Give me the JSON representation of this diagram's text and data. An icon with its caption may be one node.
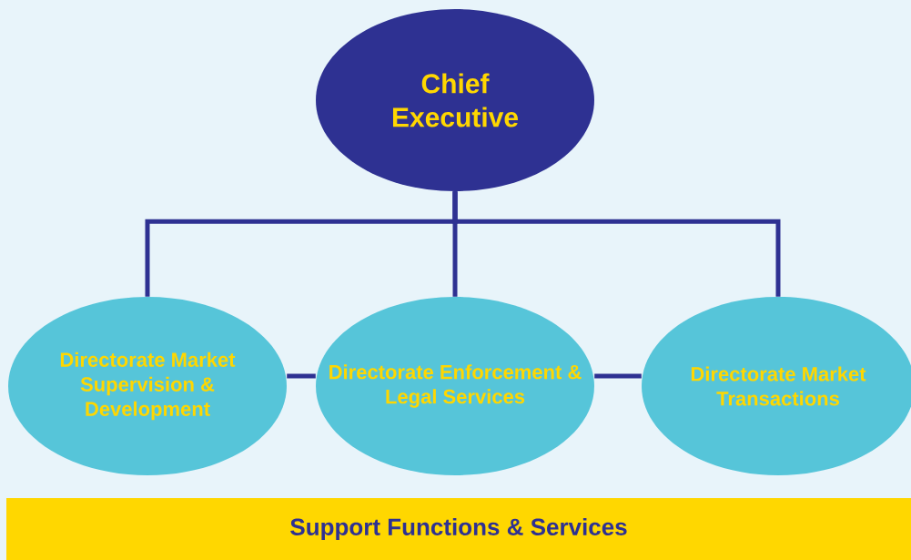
{
  "diagram": {
    "nodes": [
      {
        "text": [
          "Chief Executive"
        ]
      },
      {
        "text": [
          "Directorate Market Supervision & Development"
        ]
      },
      {
        "text": [
          "Directorate Enforcement & Legal Services"
        ]
      },
      {
        "text": [
          "Directorate Market Transactions"
        ]
      },
      {
        "text": [
          "Support Functions & Services"
        ]
      }
    ],
    "edges": [
      {
        "from": 0,
        "to": 1,
        "arrow": "none"
      },
      {
        "from": 0,
        "to": 2,
        "arrow": "none"
      },
      {
        "from": 0,
        "to": 3,
        "arrow": "none"
      },
      {
        "from": 1,
        "to": 2,
        "arrow": "none"
      },
      {
        "from": 2,
        "to": 3,
        "arrow": "none"
      }
    ]
  }
}
